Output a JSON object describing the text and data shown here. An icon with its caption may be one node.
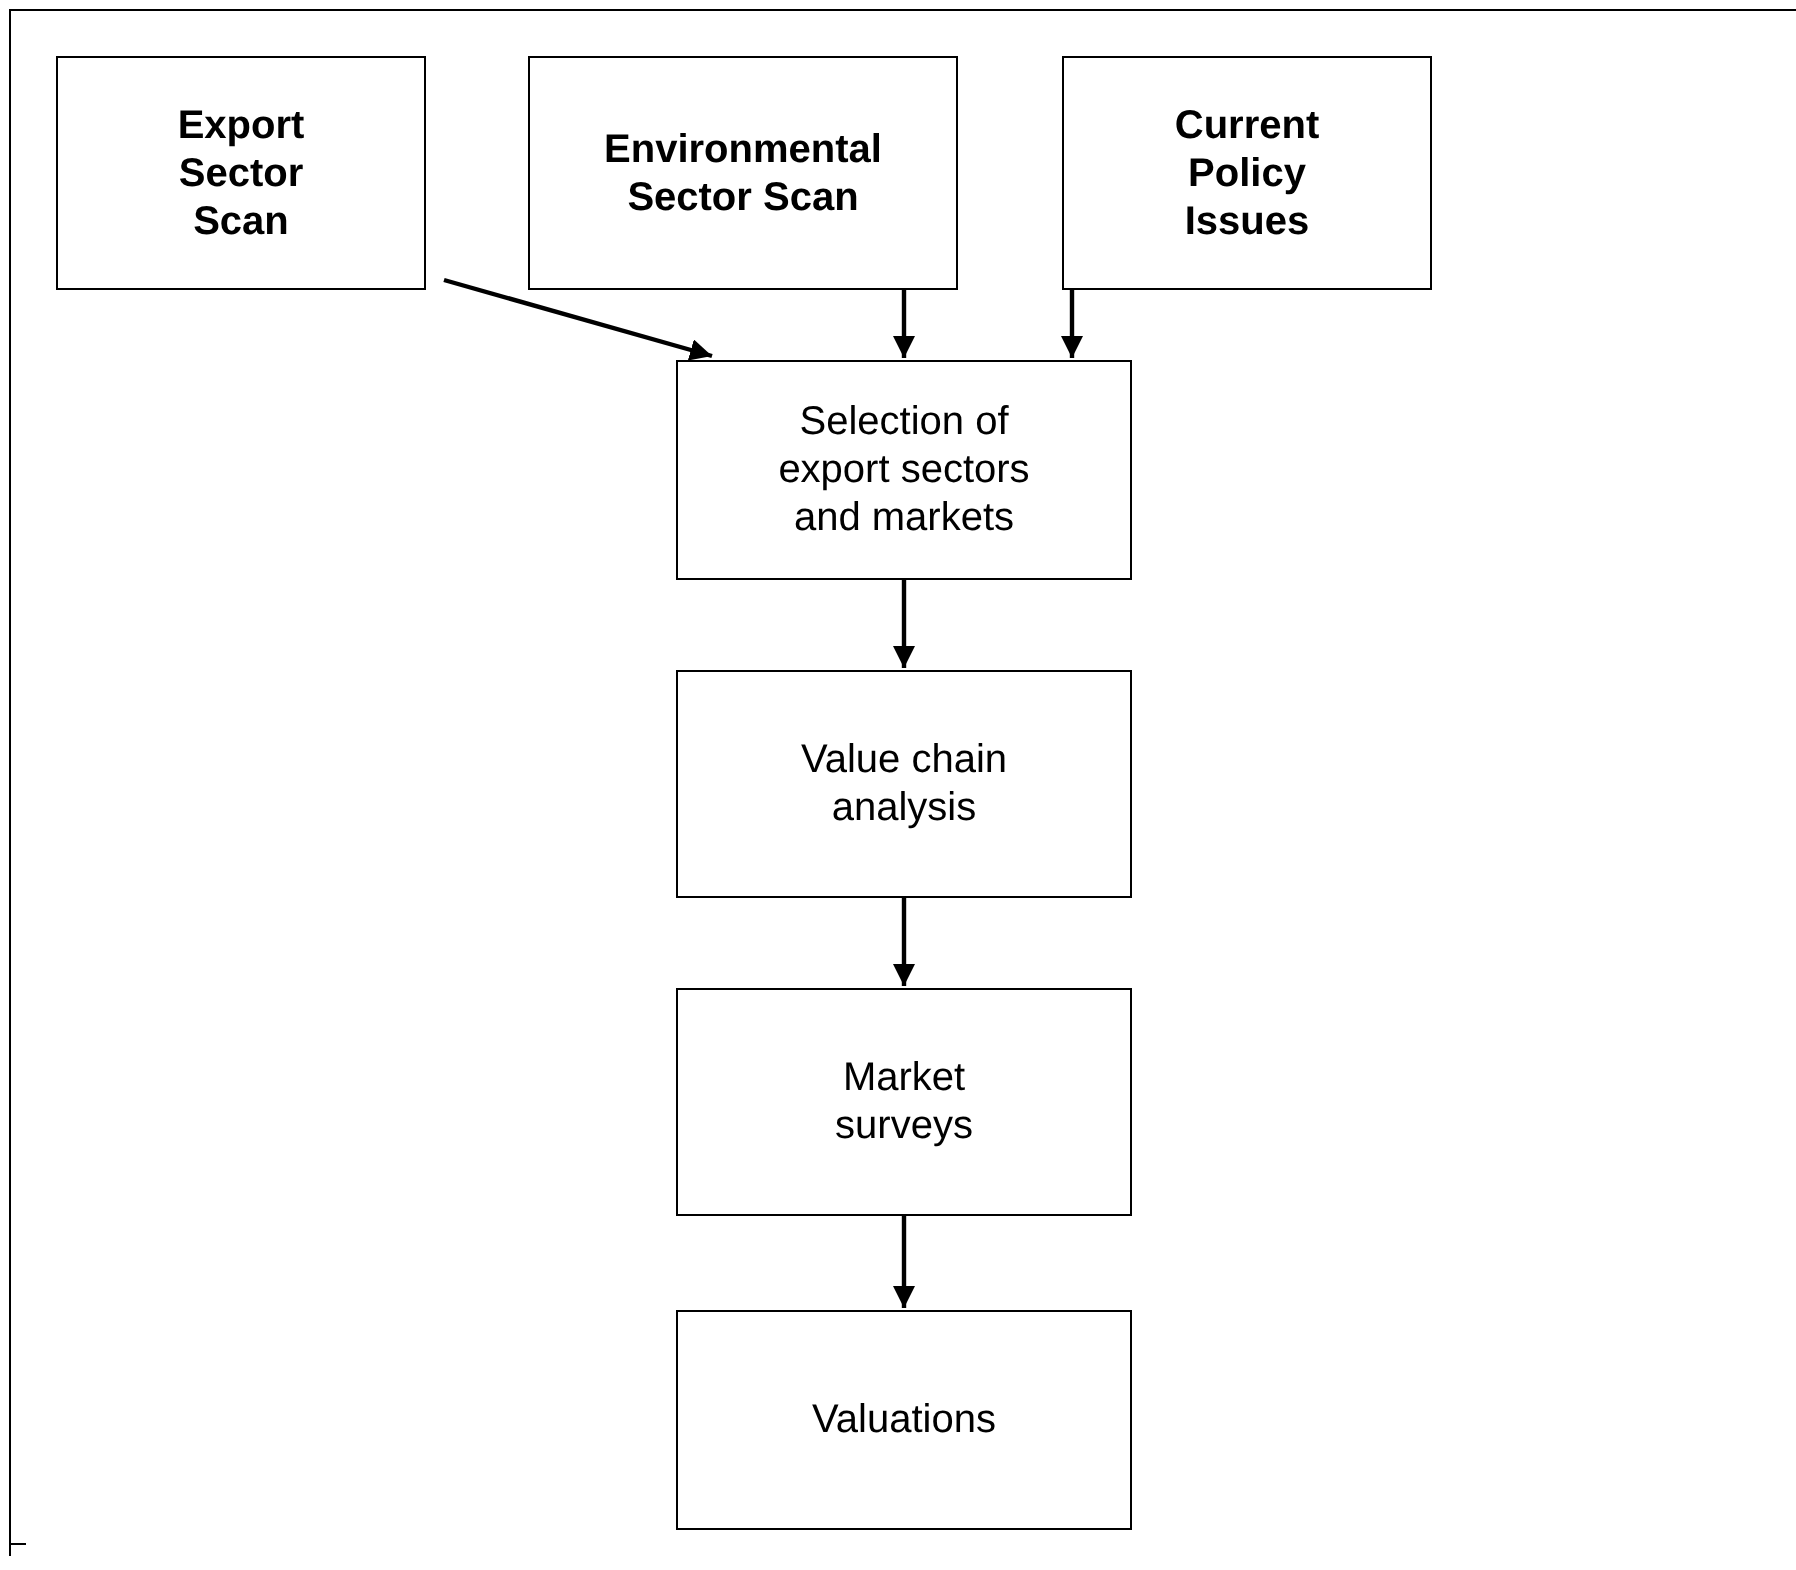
{
  "diagram": {
    "nodes": [
      {
        "text": [
          "Export Sector Scan"
        ]
      },
      {
        "text": [
          "Environmental Sector Scan"
        ]
      },
      {
        "text": [
          "Current Policy Issues"
        ]
      },
      {
        "text": [
          "Selection of export sectors and markets"
        ]
      },
      {
        "text": [
          "Value chain analysis"
        ]
      },
      {
        "text": [
          "Market surveys"
        ]
      },
      {
        "text": [
          "Valuations"
        ]
      }
    ],
    "edges": [
      {
        "from": 0,
        "to": 3,
        "arrow": "to"
      },
      {
        "from": 1,
        "to": 3,
        "arrow": "to"
      },
      {
        "from": 2,
        "to": 3,
        "arrow": "to"
      },
      {
        "from": 3,
        "to": 4,
        "arrow": "to"
      },
      {
        "from": 4,
        "to": 5,
        "arrow": "to"
      },
      {
        "from": 5,
        "to": 6,
        "arrow": "to"
      }
    ]
  }
}
